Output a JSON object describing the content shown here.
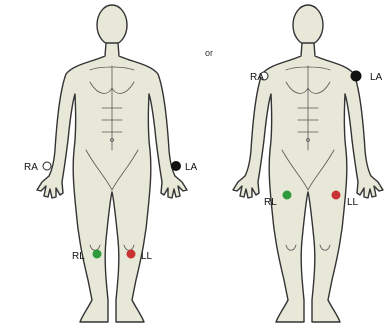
{
  "separator_text": "or",
  "left_figure": {
    "labels": {
      "ra": "RA",
      "la": "LA",
      "rl": "RL",
      "ll": "LL"
    },
    "electrodes": {
      "ra": {
        "color": "#ffffff",
        "placement": "right wrist"
      },
      "la": {
        "color": "#111111",
        "placement": "left wrist"
      },
      "rl": {
        "color": "#2e9a3c",
        "placement": "right ankle"
      },
      "ll": {
        "color": "#c83232",
        "placement": "left ankle"
      }
    }
  },
  "right_figure": {
    "labels": {
      "ra": "RA",
      "la": "LA",
      "rl": "RL",
      "ll": "LL"
    },
    "electrodes": {
      "ra": {
        "color": "#ffffff",
        "placement": "right shoulder"
      },
      "la": {
        "color": "#111111",
        "placement": "left shoulder"
      },
      "rl": {
        "color": "#2e9a3c",
        "placement": "right lower abdomen"
      },
      "ll": {
        "color": "#c83232",
        "placement": "left lower abdomen"
      }
    }
  },
  "colors": {
    "skin": "#e8e8d8",
    "outline": "#333333"
  }
}
